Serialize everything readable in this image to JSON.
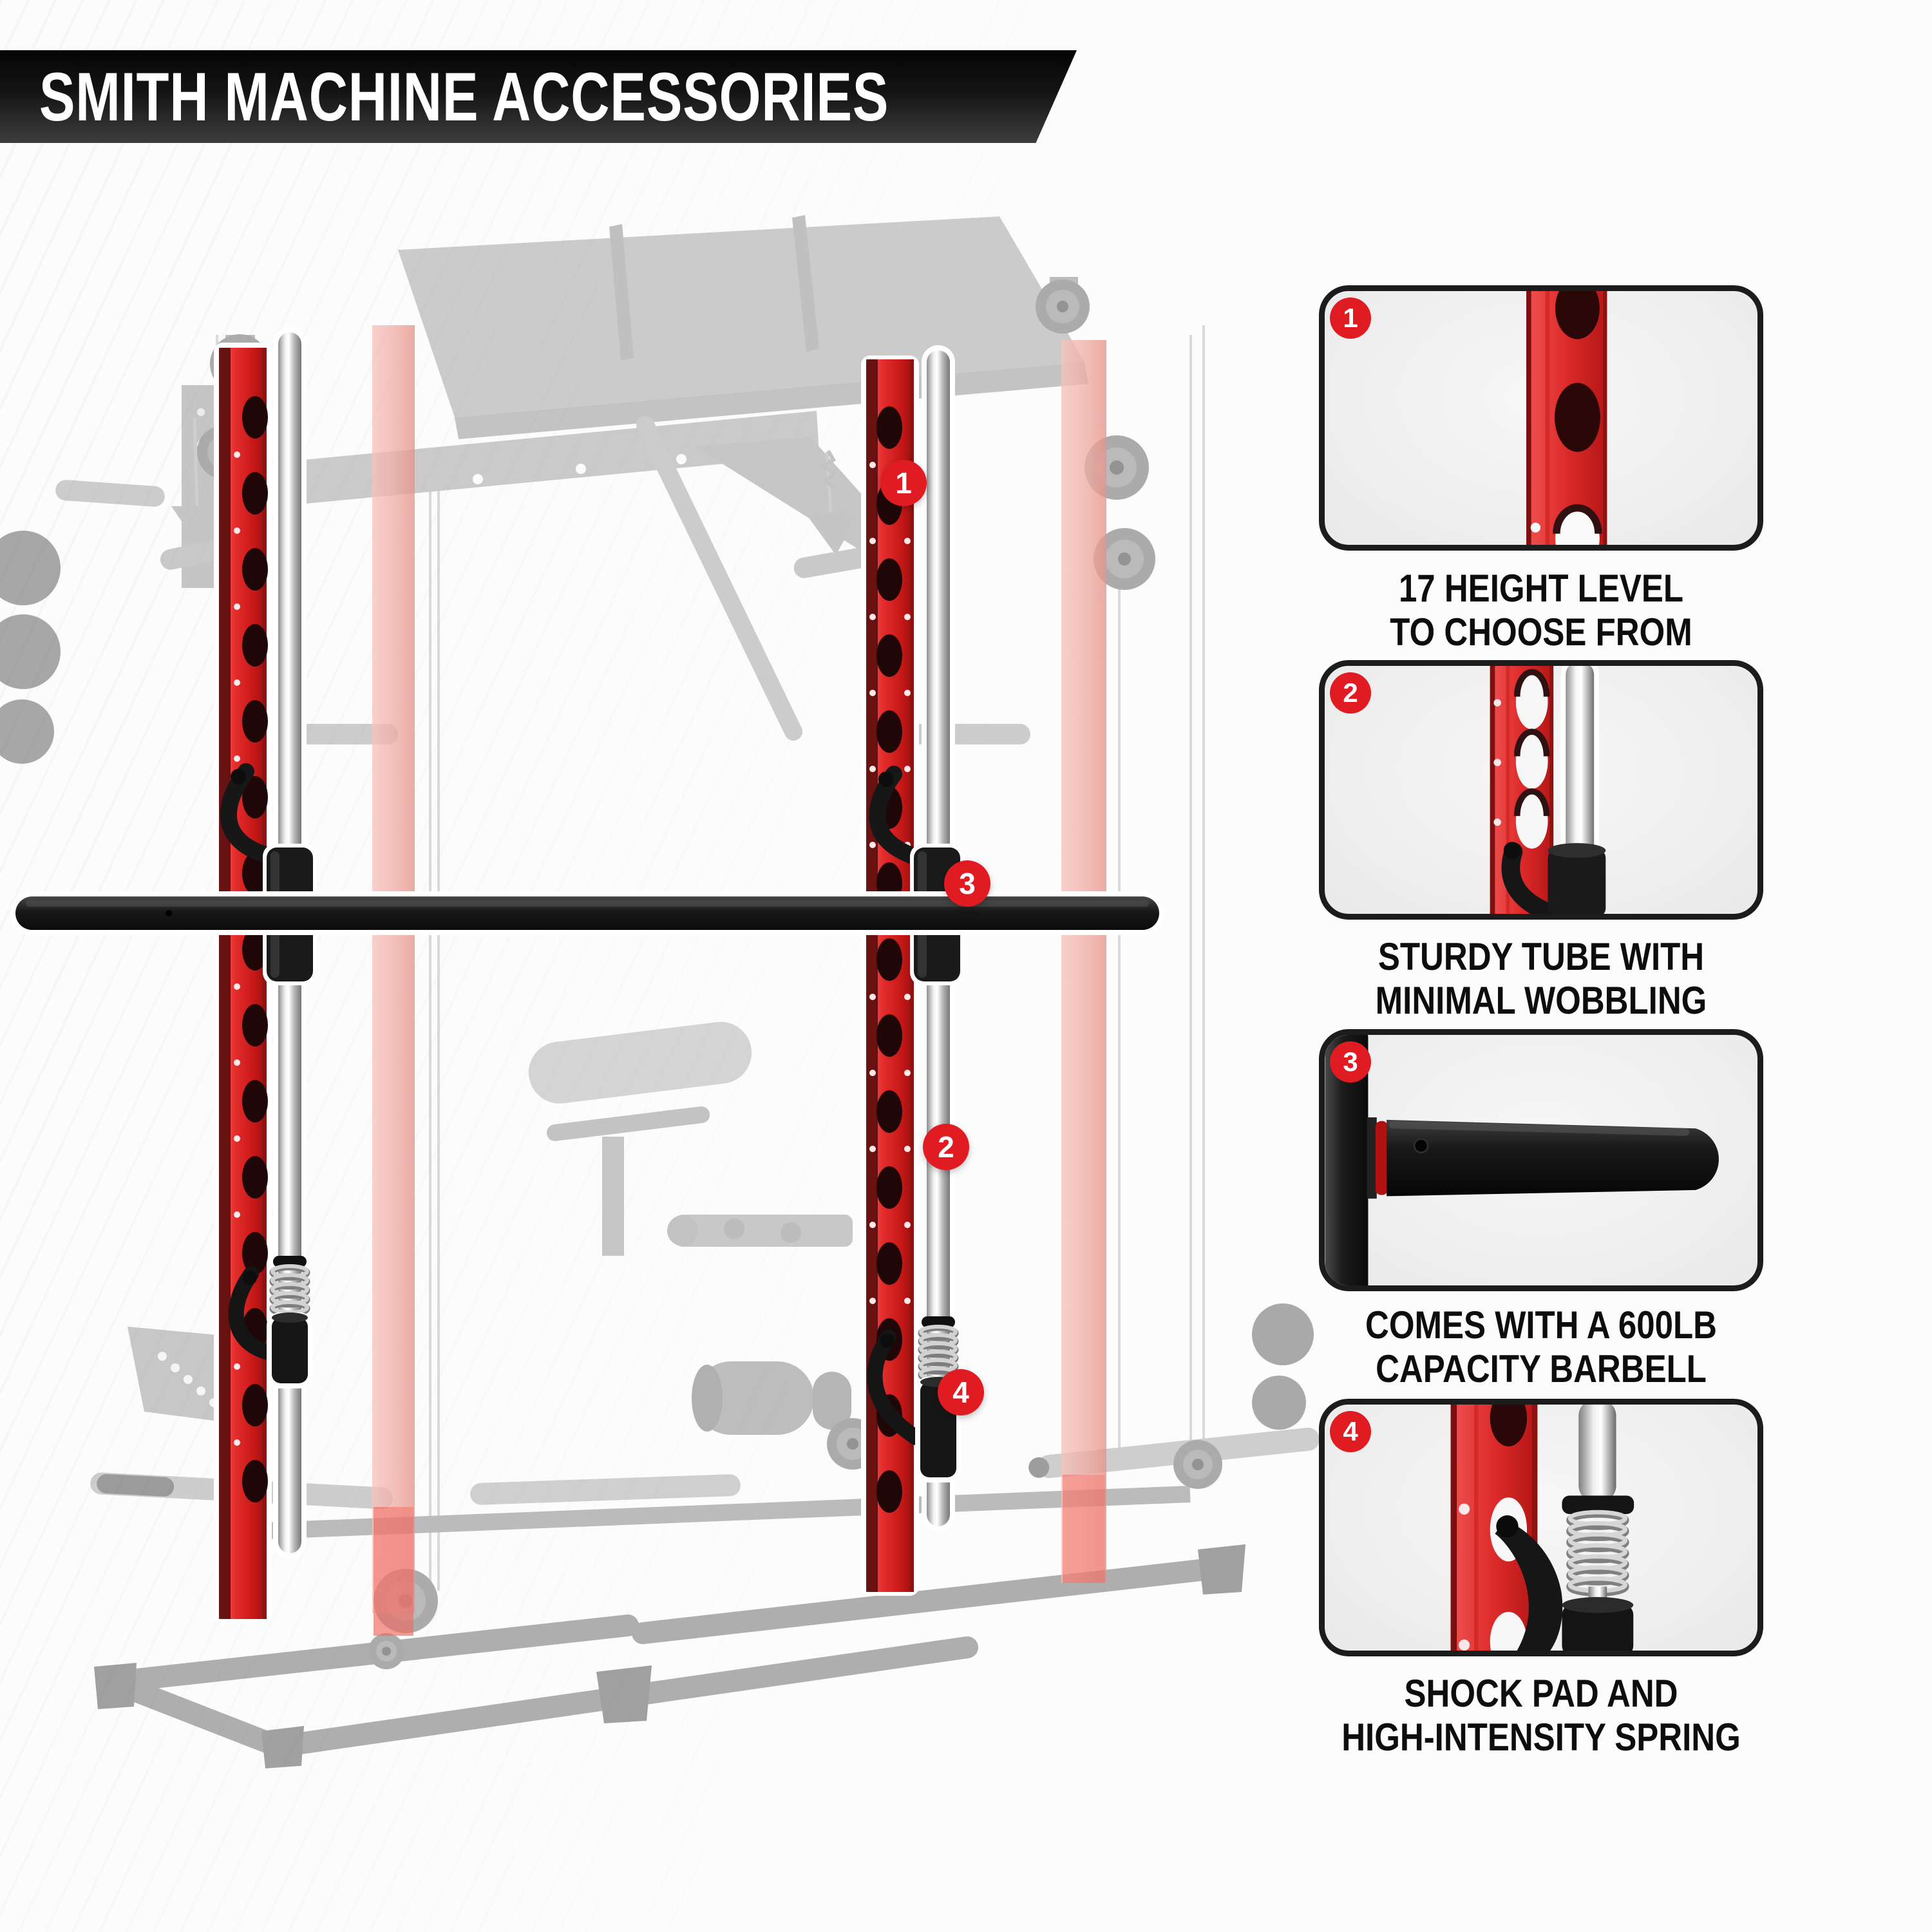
{
  "banner": {
    "title": "SMITH MACHINE ACCESSORIES"
  },
  "colors": {
    "badge_red": "#e11b22",
    "rail_red": "#e03030",
    "chrome": "#d9d9d9",
    "barbell_black": "#161616",
    "faded_gray": "#9a9a9a",
    "faded_pink": "#f2b4ae",
    "panel_border": "#1c1c1c",
    "panel_bg": "#f2f2f2",
    "banner_top": "#050505",
    "banner_bottom": "#3d3d3d"
  },
  "machine": {
    "label": "Smith machine with highlighted rails, guide tubes and barbell",
    "badges": [
      {
        "n": "1"
      },
      {
        "n": "2"
      },
      {
        "n": "3"
      },
      {
        "n": "4"
      }
    ]
  },
  "features": [
    {
      "number": "1",
      "caption_lines": [
        "17 HEIGHT LEVEL",
        "TO CHOOSE FROM"
      ],
      "illustration": "red-rail-with-height-holes"
    },
    {
      "number": "2",
      "caption_lines": [
        "STURDY TUBE WITH",
        "MINIMAL WOBBLING"
      ],
      "illustration": "chrome-guide-tube-on-rail"
    },
    {
      "number": "3",
      "caption_lines": [
        "COMES WITH A 600LB",
        "CAPACITY BARBELL"
      ],
      "illustration": "barbell-sleeve-end"
    },
    {
      "number": "4",
      "caption_lines": [
        "SHOCK PAD AND",
        "HIGH-INTENSITY SPRING"
      ],
      "illustration": "shock-pad-and-spring"
    }
  ]
}
